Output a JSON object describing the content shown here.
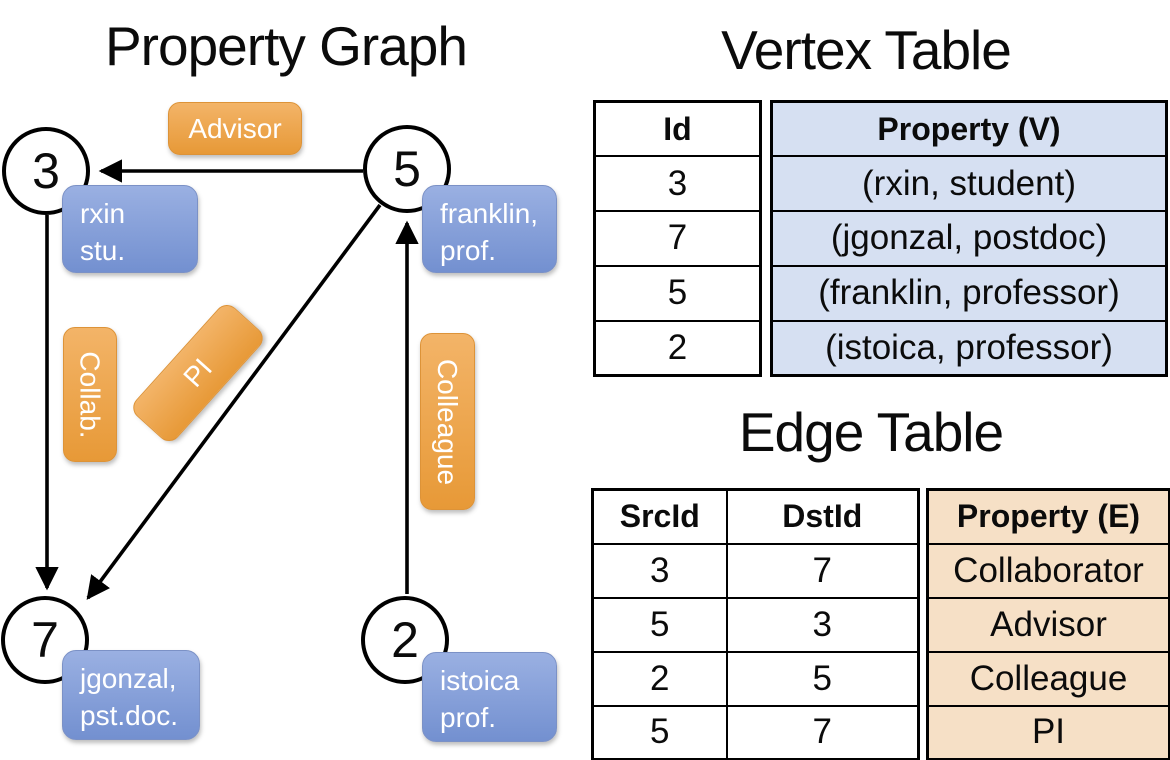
{
  "titles": {
    "property_graph": "Property Graph",
    "vertex_table": "Vertex Table",
    "edge_table": "Edge Table"
  },
  "graph": {
    "nodes": [
      {
        "id": "3",
        "label_line1": "rxin",
        "label_line2": "stu."
      },
      {
        "id": "5",
        "label_line1": "franklin,",
        "label_line2": "prof."
      },
      {
        "id": "7",
        "label_line1": "jgonzal,",
        "label_line2": "pst.doc."
      },
      {
        "id": "2",
        "label_line1": "istoica",
        "label_line2": "prof."
      }
    ],
    "edge_labels": {
      "advisor": "Advisor",
      "collab": "Collab.",
      "pi": "PI",
      "colleague": "Colleague"
    },
    "edges": [
      {
        "from": "5",
        "to": "3",
        "label": "Advisor"
      },
      {
        "from": "3",
        "to": "7",
        "label": "Collab."
      },
      {
        "from": "5",
        "to": "7",
        "label": "PI"
      },
      {
        "from": "2",
        "to": "5",
        "label": "Colleague"
      }
    ]
  },
  "vertex_table": {
    "id_header": "Id",
    "property_header": "Property (V)",
    "rows": [
      {
        "id": "3",
        "property": "(rxin, student)"
      },
      {
        "id": "7",
        "property": "(jgonzal, postdoc)"
      },
      {
        "id": "5",
        "property": "(franklin, professor)"
      },
      {
        "id": "2",
        "property": "(istoica, professor)"
      }
    ]
  },
  "edge_table": {
    "src_header": "SrcId",
    "dst_header": "DstId",
    "property_header": "Property (E)",
    "rows": [
      {
        "src": "3",
        "dst": "7",
        "property": "Collaborator"
      },
      {
        "src": "5",
        "dst": "3",
        "property": "Advisor"
      },
      {
        "src": "2",
        "dst": "5",
        "property": "Colleague"
      },
      {
        "src": "5",
        "dst": "7",
        "property": "PI"
      }
    ]
  },
  "colors": {
    "edge_label_fill": "#EFA753",
    "vertex_label_fill": "#84A0D8",
    "vertex_property_bg": "#D6E0F2",
    "edge_property_bg": "#F6E0C6",
    "line": "#000000"
  }
}
